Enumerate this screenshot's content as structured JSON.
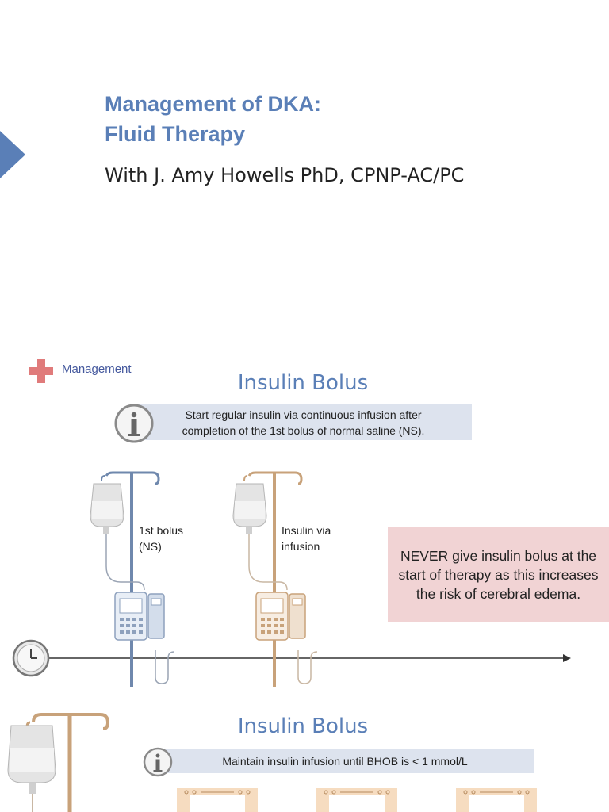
{
  "header": {
    "title_line1": "Management of DKA:",
    "title_line2": "Fluid Therapy",
    "subtitle": "With J. Amy Howells PhD, CPNP-AC/PC"
  },
  "section_label": "Management",
  "slide1": {
    "title": "Insulin Bolus",
    "info_line1": "Start regular insulin via continuous infusion after",
    "info_line2": "completion of the 1st bolus of normal saline (NS).",
    "pump1_line1": "1st bolus",
    "pump1_line2": "(NS)",
    "pump2_line1": "Insulin via",
    "pump2_line2": "infusion",
    "warning": "NEVER give insulin bolus at the start of therapy as this increases the risk of cerebral edema."
  },
  "slide2": {
    "title": "Insulin Bolus",
    "info": "Maintain insulin infusion until BHOB is < 1 mmol/L"
  },
  "colors": {
    "accent_blue": "#5a7fb7",
    "pole_blue": "#6f88ad",
    "pole_tan": "#c8a27a",
    "info_bg": "#dde3ee",
    "warning_bg": "#f1d3d4",
    "red_cross": "#e07b7b"
  },
  "icons": [
    "play-icon",
    "medical-cross-icon",
    "info-icon",
    "clock-icon",
    "iv-pole-icon",
    "infusion-pump-icon"
  ]
}
